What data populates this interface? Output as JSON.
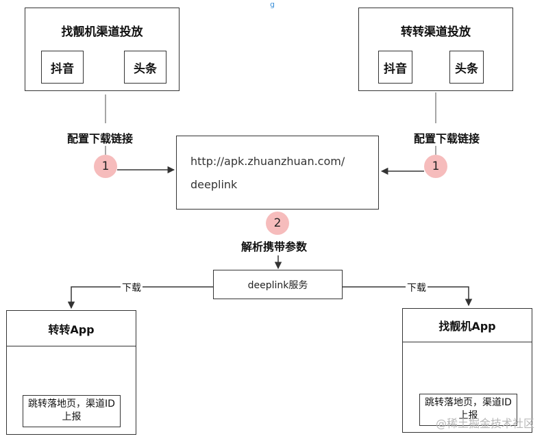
{
  "top_tick": "g",
  "left_channel": {
    "title": "找靓机渠道投放",
    "platforms": [
      "抖音",
      "头条"
    ],
    "config_label": "配置下载链接",
    "step": "1"
  },
  "right_channel": {
    "title": "转转渠道投放",
    "platforms": [
      "抖音",
      "头条"
    ],
    "config_label": "配置下载链接",
    "step": "1"
  },
  "url_box": {
    "line1": "http://apk.zhuanzhuan.com/",
    "line2": "deeplink"
  },
  "parse_step": {
    "step": "2",
    "label": "解析携带参数"
  },
  "service": {
    "label": "deeplink服务"
  },
  "left_download": "下载",
  "right_download": "下载",
  "left_app": {
    "title": "转转App",
    "note_line1": "跳转落地页，渠道ID",
    "note_line2": "上报"
  },
  "right_app": {
    "title": "找靓机App",
    "note_line1": "跳转落地页，渠道ID",
    "note_line2": "上报"
  },
  "watermark": "@稀土掘金技术社区",
  "colors": {
    "badge": "#f6bcbc",
    "line": "#333333",
    "tick": "#3a8fd8"
  }
}
